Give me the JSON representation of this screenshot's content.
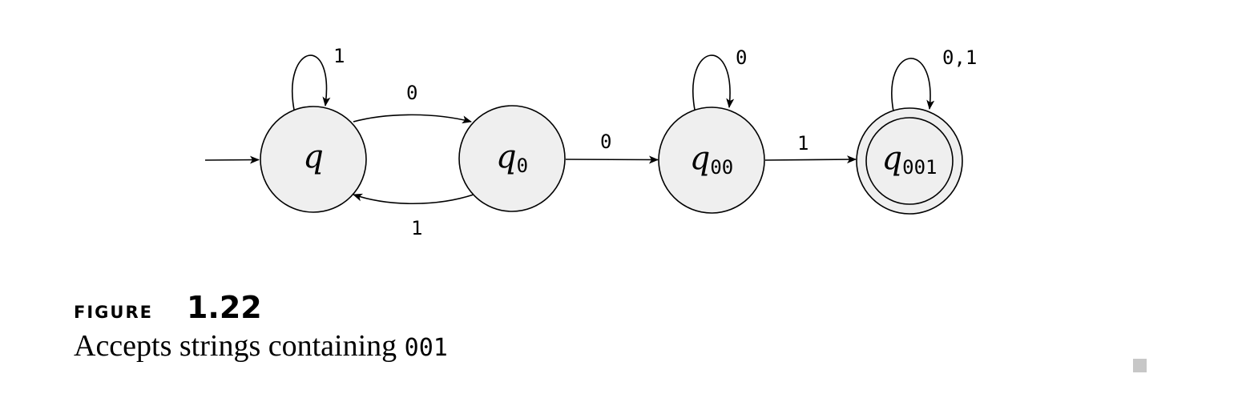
{
  "diagram": {
    "states": [
      {
        "id": "q",
        "name": "q",
        "sub": "",
        "start": true,
        "accept": false
      },
      {
        "id": "q0",
        "name": "q",
        "sub": "0",
        "start": false,
        "accept": false
      },
      {
        "id": "q00",
        "name": "q",
        "sub": "00",
        "start": false,
        "accept": false
      },
      {
        "id": "q001",
        "name": "q",
        "sub": "001",
        "start": false,
        "accept": true
      }
    ],
    "transitions": [
      {
        "from": "q",
        "to": "q",
        "label": "1"
      },
      {
        "from": "q",
        "to": "q0",
        "label": "0"
      },
      {
        "from": "q0",
        "to": "q",
        "label": "1"
      },
      {
        "from": "q0",
        "to": "q00",
        "label": "0"
      },
      {
        "from": "q00",
        "to": "q00",
        "label": "0"
      },
      {
        "from": "q00",
        "to": "q001",
        "label": "1"
      },
      {
        "from": "q001",
        "to": "q001",
        "label": "0,1"
      }
    ]
  },
  "caption": {
    "figure_word": "FIGURE",
    "figure_number": "1.22",
    "text": "Accepts strings containing ",
    "code": "001"
  }
}
